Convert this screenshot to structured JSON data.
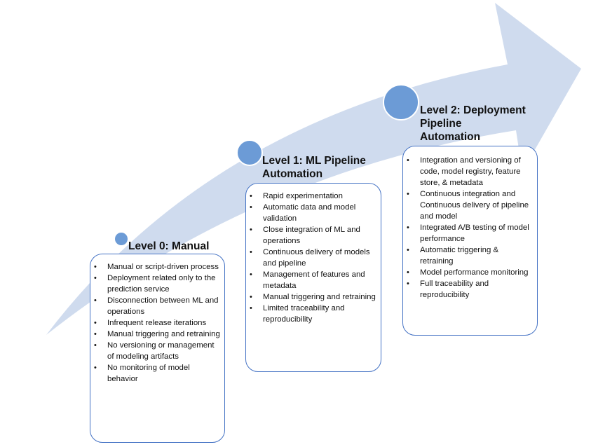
{
  "colors": {
    "arrow_fill": "#cfdbee",
    "dot_fill": "#6c9bd6",
    "box_border": "#4472c4"
  },
  "levels": [
    {
      "title_line1": "Level 0: Manual",
      "title_line2": "",
      "title_line3": "",
      "items": [
        "Manual or script-driven process",
        "Deployment related only to the prediction service",
        "Disconnection between ML and operations",
        "Infrequent release iterations",
        "Manual triggering and retraining",
        "No versioning or management of modeling artifacts",
        "No monitoring of model behavior"
      ]
    },
    {
      "title_line1": "Level 1: ML Pipeline",
      "title_line2": "Automation",
      "title_line3": "",
      "items": [
        "Rapid experimentation",
        "Automatic data and model validation",
        "Close integration of ML and operations",
        "Continuous delivery of models and pipeline",
        "Management of features and metadata",
        "Manual triggering and retraining",
        "Limited traceability and reproducibility"
      ]
    },
    {
      "title_line1": "Level 2: Deployment",
      "title_line2": "Pipeline",
      "title_line3": "Automation",
      "items": [
        "Integration and versioning of code, model registry, feature store, & metadata",
        "Continuous integration and Continuous delivery of pipeline and model",
        "Integrated A/B testing of model performance",
        "Automatic triggering & retraining",
        "Model performance monitoring",
        "Full traceability and reproducibility"
      ]
    }
  ]
}
